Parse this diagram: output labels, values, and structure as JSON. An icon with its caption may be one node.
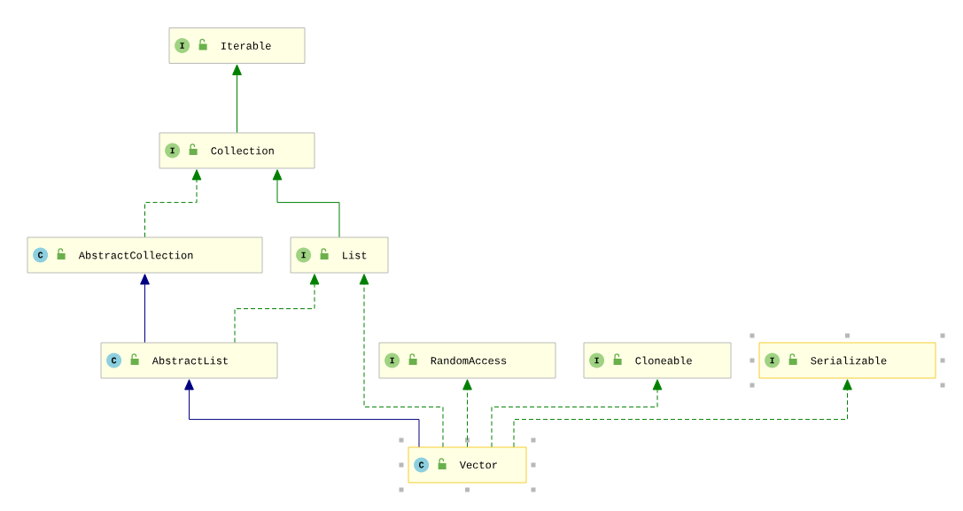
{
  "diagram": {
    "nodes": [
      {
        "text": [
          "I",
          "Iterable"
        ]
      },
      {
        "text": [
          "I",
          "Collection"
        ]
      },
      {
        "text": [
          "C",
          "AbstractCollection"
        ]
      },
      {
        "text": [
          "I",
          "List"
        ]
      },
      {
        "text": [
          "C",
          "AbstractList"
        ]
      },
      {
        "text": [
          "I",
          "RandomAccess"
        ]
      },
      {
        "text": [
          "I",
          "Cloneable"
        ]
      },
      {
        "text": [
          "I",
          "Serializable"
        ]
      },
      {
        "text": [
          "C",
          "Vector"
        ]
      }
    ],
    "edges": [
      {
        "from": 1,
        "to": 0,
        "arrow": "to"
      },
      {
        "from": 2,
        "to": 1,
        "arrow": "to",
        "style": "dashed"
      },
      {
        "from": 3,
        "to": 1,
        "arrow": "to"
      },
      {
        "from": 4,
        "to": 2,
        "arrow": "to",
        "color": "#000080"
      },
      {
        "from": 4,
        "to": 3,
        "arrow": "to",
        "style": "dashed"
      },
      {
        "from": 8,
        "to": 4,
        "arrow": "to",
        "color": "#000080"
      },
      {
        "from": 8,
        "to": 3,
        "arrow": "to",
        "style": "dashed"
      },
      {
        "from": 8,
        "to": 5,
        "arrow": "to",
        "style": "dashed"
      },
      {
        "from": 8,
        "to": 6,
        "arrow": "to",
        "style": "dashed"
      },
      {
        "from": 8,
        "to": 7,
        "arrow": "to",
        "style": "dashed"
      }
    ]
  }
}
